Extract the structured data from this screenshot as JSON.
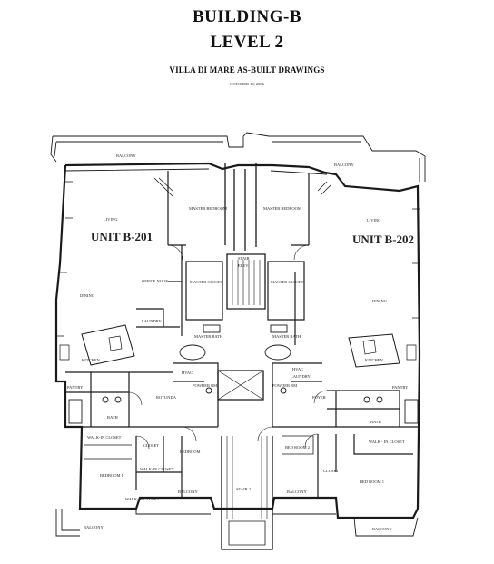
{
  "header": {
    "building": "BUILDING-B",
    "level": "LEVEL 2",
    "subtitle": "VILLA DI MARE AS-BUILT DRAWINGS",
    "date": "OCTOBER 10, 2006"
  },
  "units": {
    "left": "UNIT B-201",
    "right": "UNIT B-202"
  },
  "rooms": {
    "balcony_top_left": "BALCONY",
    "balcony_top_right": "BALCONY",
    "living_left": "LIVING",
    "living_right": "LIVING",
    "master_bedroom_left": "MASTER BEDROOM",
    "master_bedroom_right": "MASTER BEDROOM",
    "master_closet_left": "MASTER CLOSET",
    "master_closet_right": "MASTER CLOSET",
    "stair": "STAIR",
    "elev": "ELEV.",
    "dining_left": "DINING",
    "dining_right": "DINING",
    "office_nook": "OFFICE NOOK",
    "laundry_left": "LAUNDRY",
    "laundry_right": "LAUNDRY",
    "master_bath_left": "MASTER BATH",
    "master_bath_right": "MASTER BATH",
    "kitchen_left": "KITCHEN",
    "kitchen_right": "KITCHEN",
    "pantry_left": "PANTRY",
    "pantry_right": "PANTRY",
    "powder_left": "POWDER RM",
    "powder_right": "POWDER RM",
    "rotunda": "ROTUNDA",
    "foyer": "FOYER",
    "bath_left": "BATH",
    "bath_right": "BATH",
    "walkin_left": "WALK-IN CLOSET",
    "walkin_right": "WALK - IN CLOSET",
    "closet_left": "CLOSET",
    "closet_right": "CLOSET",
    "bedroom_center": "BEDROOM",
    "bedroom_left_lower": "BEDROOM 1",
    "bedroom_right_lower": "BED ROOM 1",
    "bedroom2_right": "BED ROOM 2",
    "walkin_closet2": "WALK-IN CLOSET",
    "walkin_closet3": "WALK-IN CLOSET",
    "balcony_bottom_center_left": "BALCONY",
    "balcony_bottom_center_right": "BALCONY",
    "balcony_bottom_left": "BALCONY",
    "balcony_bottom_right": "BALCONY",
    "stair2": "STAIR 2",
    "hvac_left": "HVAC",
    "hvac_right": "HVAC"
  }
}
